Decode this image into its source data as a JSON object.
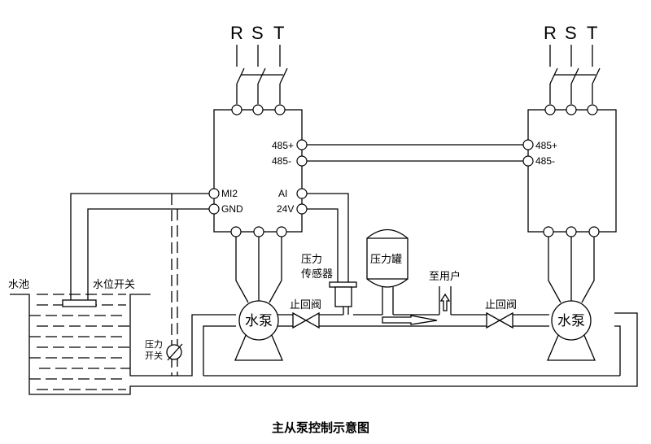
{
  "caption": "主从泵控制示意图",
  "master": {
    "phases": [
      "R",
      "S",
      "T"
    ],
    "terminals": {
      "rs485_plus": "485+",
      "rs485_minus": "485-",
      "mi2": "MI2",
      "gnd": "GND",
      "ai": "AI",
      "v24": "24V"
    },
    "pump_label": "水泵",
    "check_valve_label": "止回阀"
  },
  "slave": {
    "phases": [
      "R",
      "S",
      "T"
    ],
    "terminals": {
      "rs485_plus": "485+",
      "rs485_minus": "485-"
    },
    "pump_label": "水泵",
    "check_valve_label": "止回阀"
  },
  "pool_label": "水池",
  "level_switch_label": "水位开关",
  "pressure_switch_label": [
    "压力",
    "开关"
  ],
  "pressure_sensor_label": [
    "压力",
    "传感器"
  ],
  "pressure_tank_label": "压力罐",
  "to_user_label": "至用户"
}
